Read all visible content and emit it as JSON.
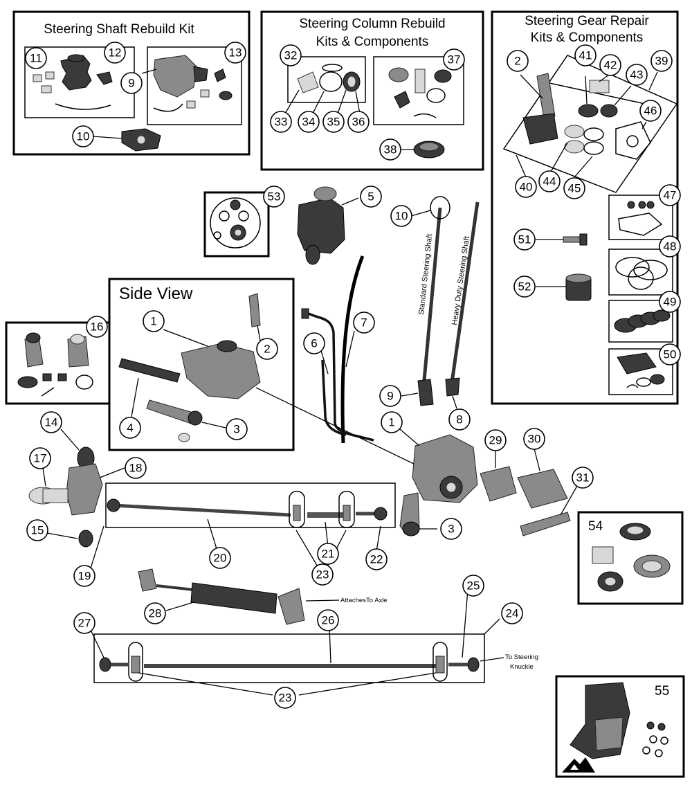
{
  "titles": {
    "steering_shaft_kit": "Steering Shaft Rebuild Kit",
    "steering_column_line1": "Steering Column Rebuild",
    "steering_column_line2": "Kits & Components",
    "steering_gear_line1": "Steering Gear Repair",
    "steering_gear_line2": "Kits & Components",
    "side_view": "Side View"
  },
  "labels": {
    "standard_shaft": "Standard Steering Shaft",
    "heavy_duty_shaft": "Heavy Duty Steering Shaft",
    "attaches_to_axle": "AttachesTo Axle",
    "to_steering_line1": "To Steering",
    "to_steering_line2": "Knuckle"
  },
  "callouts": {
    "c11": "11",
    "c12": "12",
    "c13": "13",
    "c9a": "9",
    "c10a": "10",
    "c32": "32",
    "c37": "37",
    "c33": "33",
    "c34": "34",
    "c35": "35",
    "c36": "36",
    "c38": "38",
    "c2a": "2",
    "c41": "41",
    "c42": "42",
    "c43": "43",
    "c39": "39",
    "c46": "46",
    "c40": "40",
    "c44": "44",
    "c45": "45",
    "c53": "53",
    "c5": "5",
    "c10b": "10",
    "c47": "47",
    "c51": "51",
    "c48": "48",
    "c52": "52",
    "c49": "49",
    "c50": "50",
    "c16": "16",
    "c1a": "1",
    "c2b": "2",
    "c4": "4",
    "c3a": "3",
    "c6": "6",
    "c7": "7",
    "c9b": "9",
    "c8": "8",
    "c14": "14",
    "c17": "17",
    "c18": "18",
    "c15": "15",
    "c19": "19",
    "c1b": "1",
    "c29": "29",
    "c30": "30",
    "c31": "31",
    "c3b": "3",
    "c20": "20",
    "c21": "21",
    "c22": "22",
    "c23a": "23",
    "c54": "54",
    "c28": "28",
    "c25": "25",
    "c24": "24",
    "c27": "27",
    "c26": "26",
    "c23b": "23",
    "c55": "55"
  },
  "icons": [
    "mountain-logo-icon"
  ]
}
